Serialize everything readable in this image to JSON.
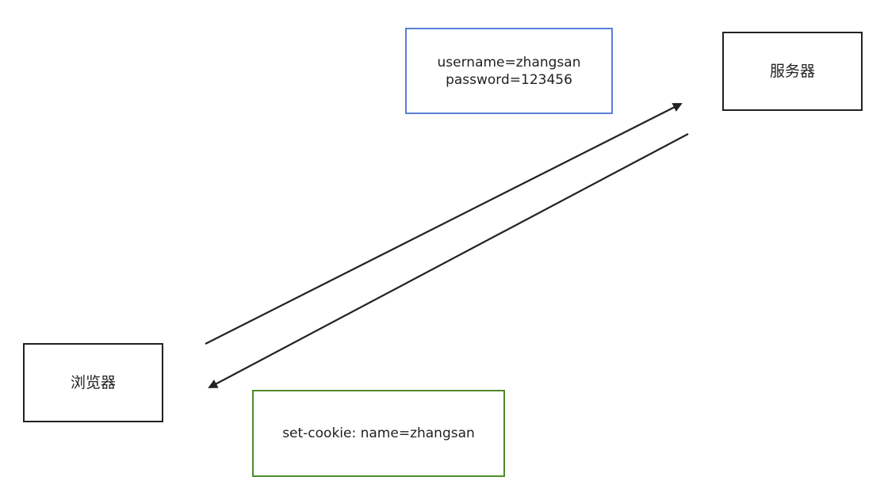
{
  "nodes": {
    "server": {
      "label": "服务器"
    },
    "browser": {
      "label": "浏览器"
    }
  },
  "request": {
    "lines": [
      "username=zhangsan",
      "password=123456"
    ],
    "border_color": "#5a7fd6"
  },
  "response": {
    "text": "set-cookie: name=zhangsan",
    "border_color": "#4f8a2a"
  },
  "arrows": [
    {
      "from": "browser",
      "to": "server",
      "label_ref": "request"
    },
    {
      "from": "server",
      "to": "browser",
      "label_ref": "response"
    }
  ]
}
